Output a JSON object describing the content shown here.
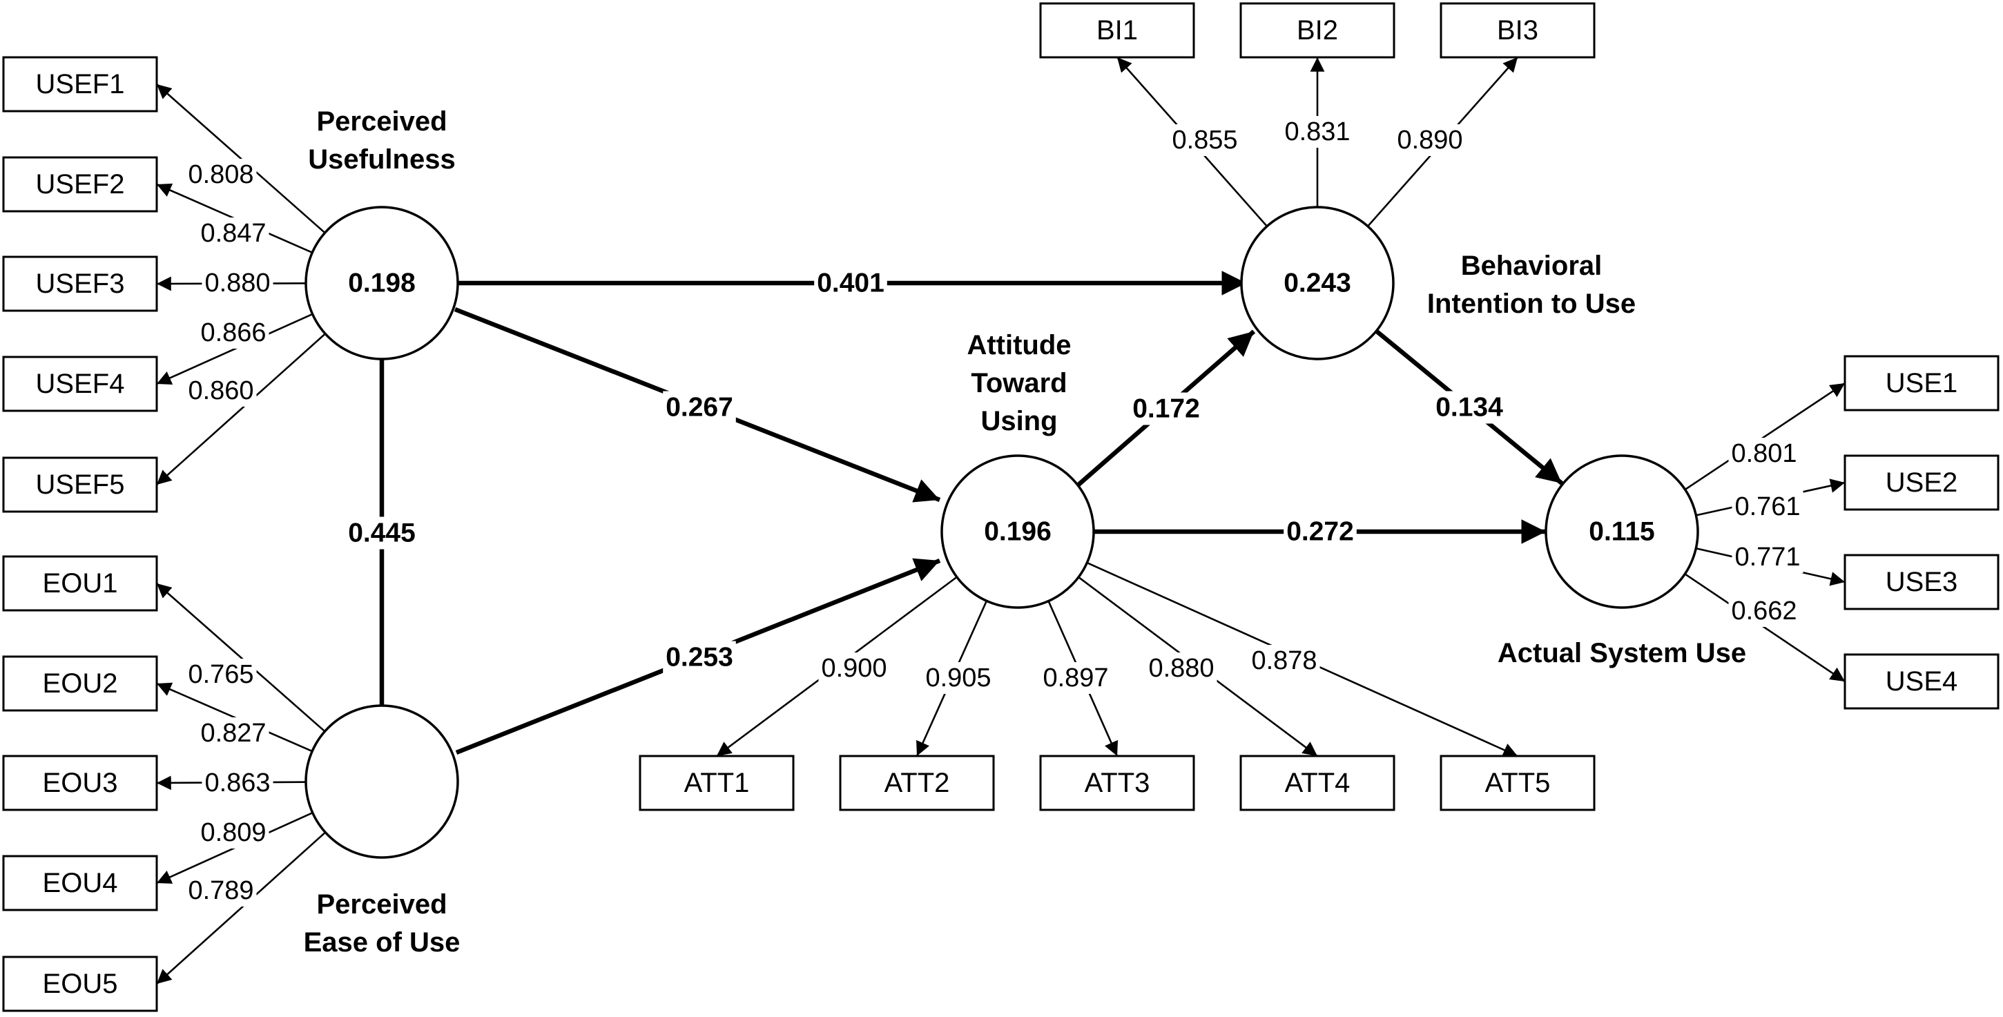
{
  "constructs": {
    "pu": {
      "title_lines": [
        "Perceived",
        "Usefulness"
      ],
      "r2": "0.198"
    },
    "eou": {
      "title_lines": [
        "Perceived",
        "Ease of Use"
      ],
      "r2": ""
    },
    "att": {
      "title_lines": [
        "Attitude",
        "Toward",
        "Using"
      ],
      "r2": "0.196"
    },
    "bi": {
      "title_lines": [
        "Behavioral",
        "Intention to Use"
      ],
      "r2": "0.243"
    },
    "use": {
      "title_lines": [
        "Actual System Use"
      ],
      "r2": "0.115"
    }
  },
  "indicators": {
    "pu": [
      {
        "name": "USEF1",
        "loading": "0.808"
      },
      {
        "name": "USEF2",
        "loading": "0.847"
      },
      {
        "name": "USEF3",
        "loading": "0.880"
      },
      {
        "name": "USEF4",
        "loading": "0.866"
      },
      {
        "name": "USEF5",
        "loading": "0.860"
      }
    ],
    "eou": [
      {
        "name": "EOU1",
        "loading": "0.765"
      },
      {
        "name": "EOU2",
        "loading": "0.827"
      },
      {
        "name": "EOU3",
        "loading": "0.863"
      },
      {
        "name": "EOU4",
        "loading": "0.809"
      },
      {
        "name": "EOU5",
        "loading": "0.789"
      }
    ],
    "att": [
      {
        "name": "ATT1",
        "loading": "0.900"
      },
      {
        "name": "ATT2",
        "loading": "0.905"
      },
      {
        "name": "ATT3",
        "loading": "0.897"
      },
      {
        "name": "ATT4",
        "loading": "0.880"
      },
      {
        "name": "ATT5",
        "loading": "0.878"
      }
    ],
    "bi": [
      {
        "name": "BI1",
        "loading": "0.855"
      },
      {
        "name": "BI2",
        "loading": "0.831"
      },
      {
        "name": "BI3",
        "loading": "0.890"
      }
    ],
    "use": [
      {
        "name": "USE1",
        "loading": "0.801"
      },
      {
        "name": "USE2",
        "loading": "0.761"
      },
      {
        "name": "USE3",
        "loading": "0.771"
      },
      {
        "name": "USE4",
        "loading": "0.662"
      }
    ]
  },
  "paths": [
    {
      "from": "eou",
      "to": "pu",
      "coef": "0.445"
    },
    {
      "from": "pu",
      "to": "bi",
      "coef": "0.401"
    },
    {
      "from": "pu",
      "to": "att",
      "coef": "0.267"
    },
    {
      "from": "eou",
      "to": "att",
      "coef": "0.253"
    },
    {
      "from": "att",
      "to": "bi",
      "coef": "0.172"
    },
    {
      "from": "bi",
      "to": "use",
      "coef": "0.134"
    },
    {
      "from": "att",
      "to": "use",
      "coef": "0.272"
    }
  ]
}
